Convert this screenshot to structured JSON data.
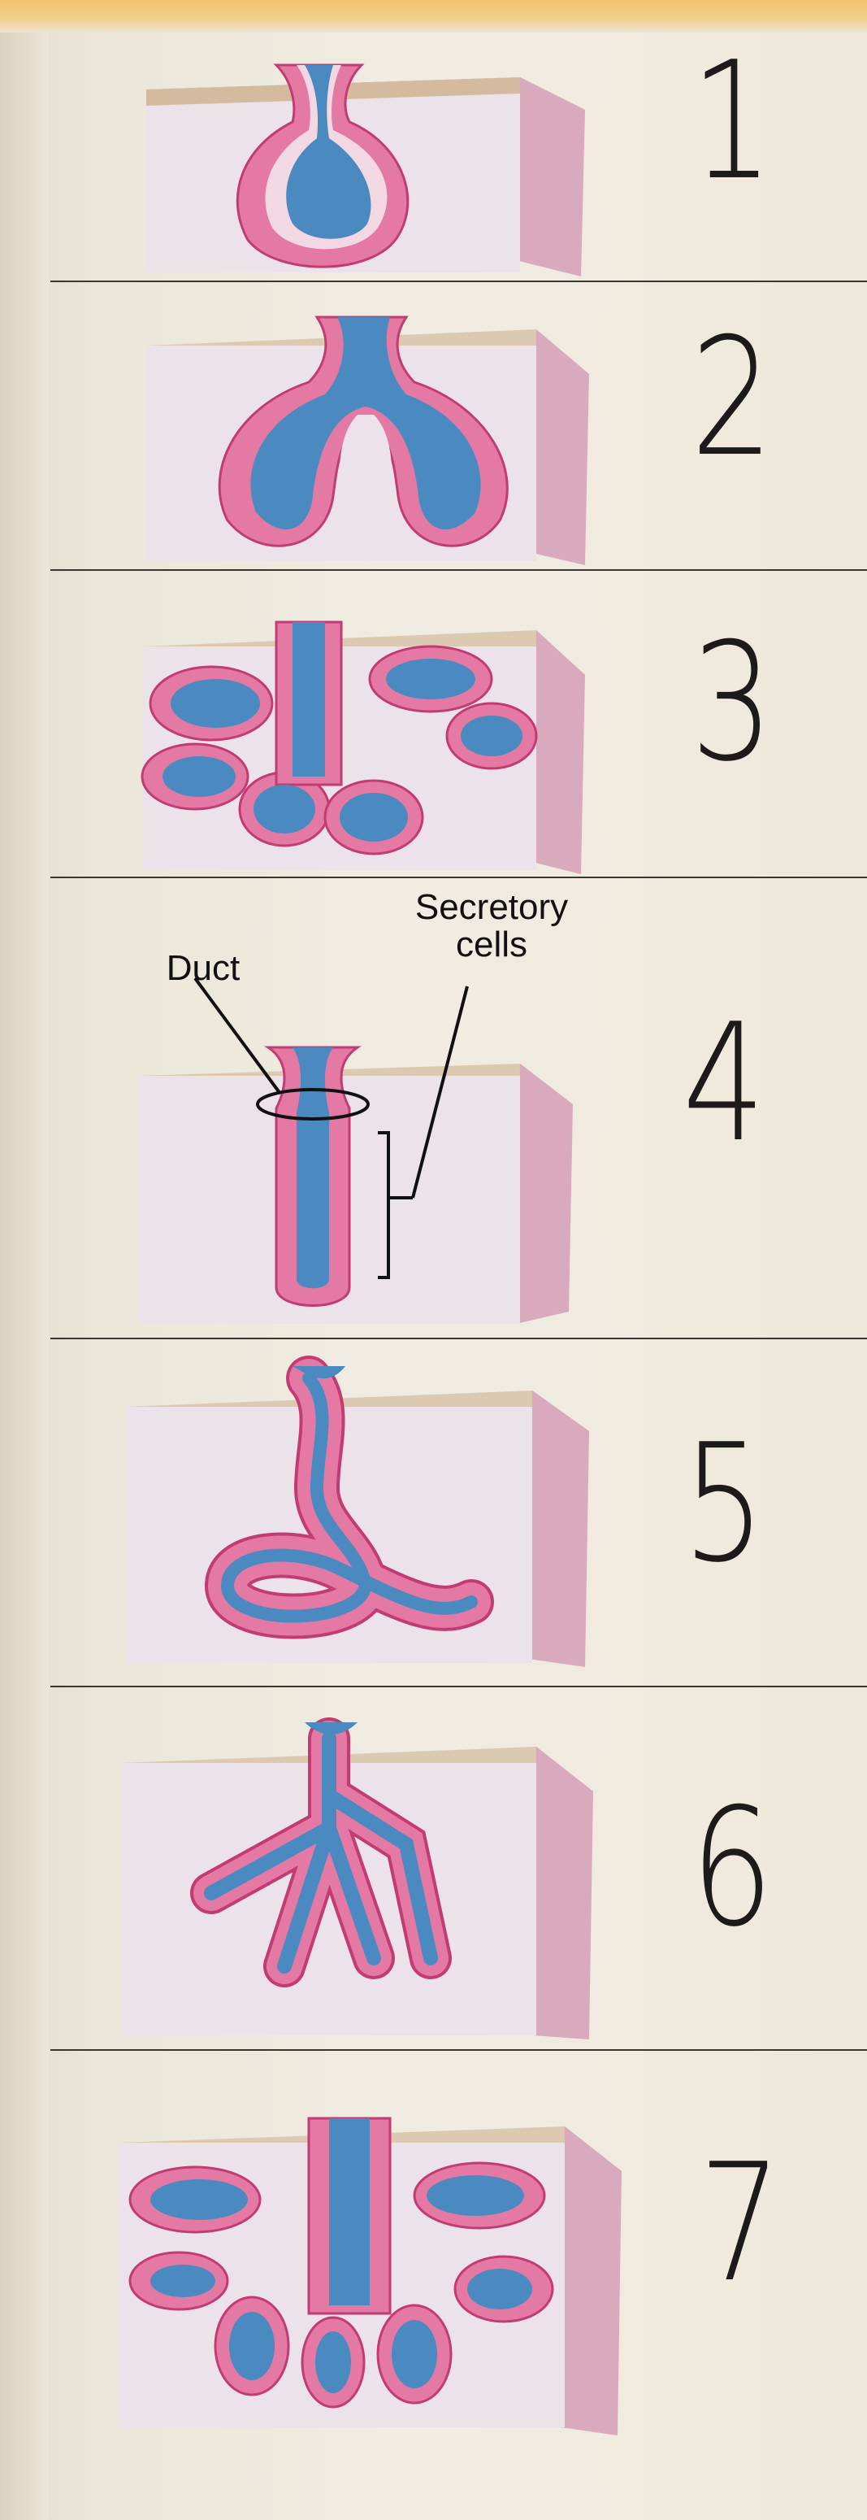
{
  "panels": [
    {
      "number": "1"
    },
    {
      "number": "2"
    },
    {
      "number": "3"
    },
    {
      "number": "4",
      "labels": {
        "duct": "Duct",
        "secretory_line1": "Secretory",
        "secretory_line2": "cells"
      }
    },
    {
      "number": "5"
    },
    {
      "number": "6"
    },
    {
      "number": "7"
    }
  ],
  "colors": {
    "tissue": "#ece2ea",
    "side": "#d9a9bd",
    "top_surface": "#dcc9b2",
    "cell_layer": "#e47aa4",
    "lumen": "#4b89c1",
    "outline": "#c23b73"
  }
}
